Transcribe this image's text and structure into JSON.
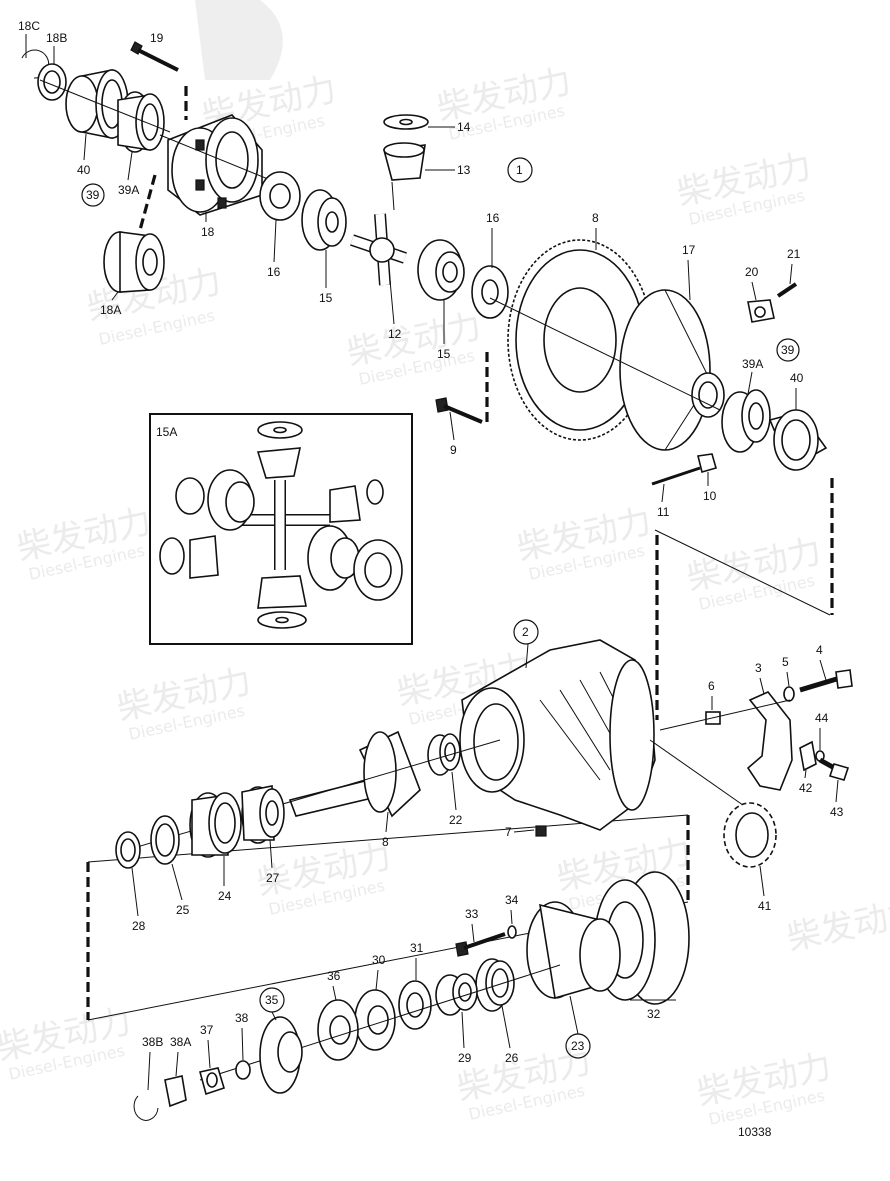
{
  "diagram": {
    "drawing_number": "10338",
    "inset_label": "15A",
    "watermark": {
      "brand": "柴发动力",
      "sub": "Diesel-Engines"
    },
    "callouts": {
      "c18C": "18C",
      "c18B": "18B",
      "c19": "19",
      "c14": "14",
      "c13": "13",
      "c1": "1",
      "c40a": "40",
      "c39Aa": "39A",
      "c39a": "39",
      "c18": "18",
      "c16a": "16",
      "c15a": "15",
      "c12": "12",
      "c15b": "15",
      "c16b": "16",
      "c8a": "8",
      "c17": "17",
      "c20": "20",
      "c21": "21",
      "c39b": "39",
      "c39Ab": "39A",
      "c40b": "40",
      "c18A": "18A",
      "c9": "9",
      "c11": "11",
      "c10": "10",
      "c2": "2",
      "c3": "3",
      "c4": "4",
      "c5": "5",
      "c6": "6",
      "c44": "44",
      "c42": "42",
      "c43": "43",
      "c22": "22",
      "c7": "7",
      "c8b": "8",
      "c27": "27",
      "c24": "24",
      "c25": "25",
      "c28": "28",
      "c41": "41",
      "c33": "33",
      "c34": "34",
      "c32": "32",
      "c23": "23",
      "c31": "31",
      "c30": "30",
      "c36": "36",
      "c35": "35",
      "c29": "29",
      "c26": "26",
      "c38": "38",
      "c37": "37",
      "c38A": "38A",
      "c38B": "38B"
    }
  }
}
